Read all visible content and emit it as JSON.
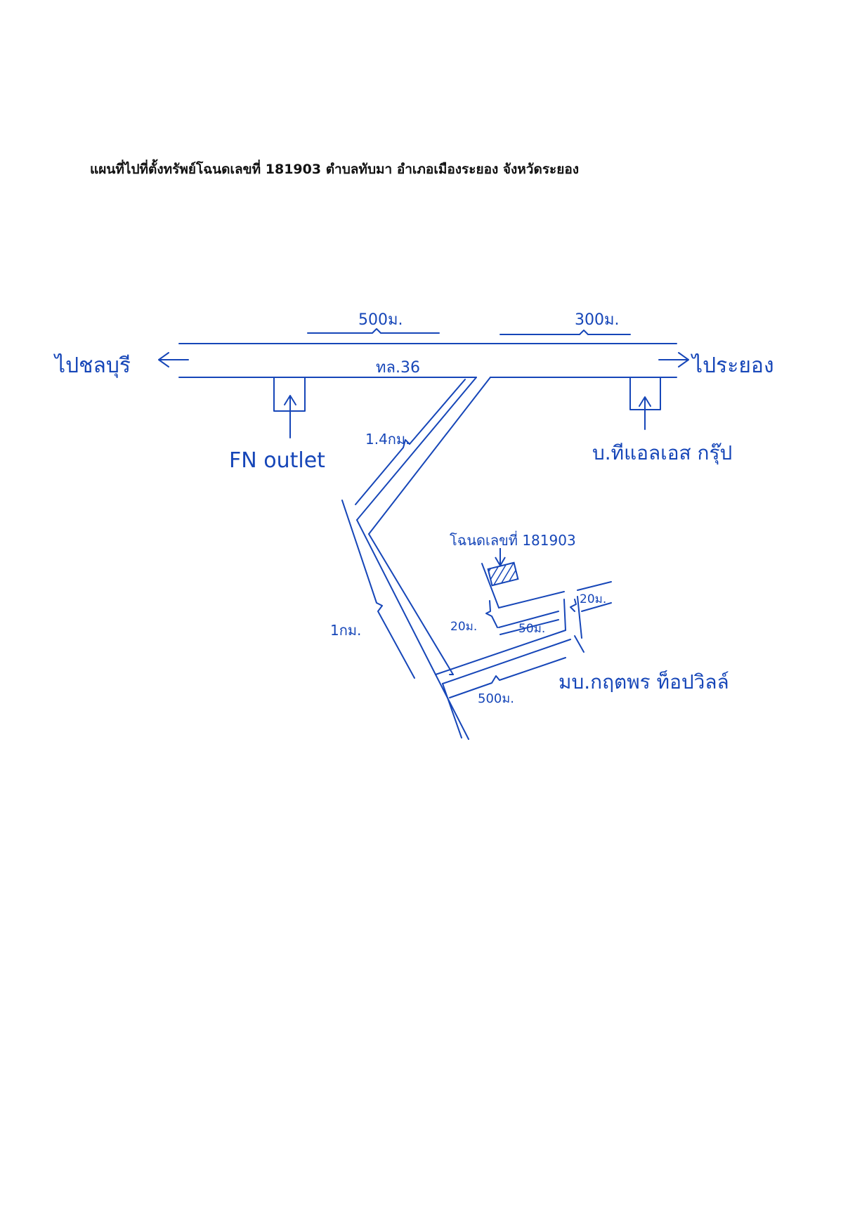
{
  "title": "แผนที่ไปที่ตั้งทรัพย์โฉนดเลขที่ 181903 ตำบลทับมา อำเภอเมืองระยอง จังหวัดระยอง",
  "colors": {
    "ink": "#1646b8",
    "title": "#111111",
    "paper": "#ffffff"
  },
  "labels": {
    "dist_500_top": "500ม.",
    "dist_300_top": "300ม.",
    "to_chonburi": "ไปชลบุรี",
    "highway": "ทล.36",
    "to_rayong": "ไประยอง",
    "fn_outlet": "FN outlet",
    "tls_group": "บ.ทีแอลเอส กรุ๊ป",
    "dist_1_4km": "1.4กม.",
    "dist_1km": "1กม.",
    "deed_label": "โฉนดเลขที่ 181903",
    "dist_20_left": "20ม.",
    "dist_50": "50ม.",
    "dist_20_right": "20ม.",
    "dist_500_bottom": "500ม.",
    "village": "มบ.กฤตพร ท็อปวิลล์"
  }
}
